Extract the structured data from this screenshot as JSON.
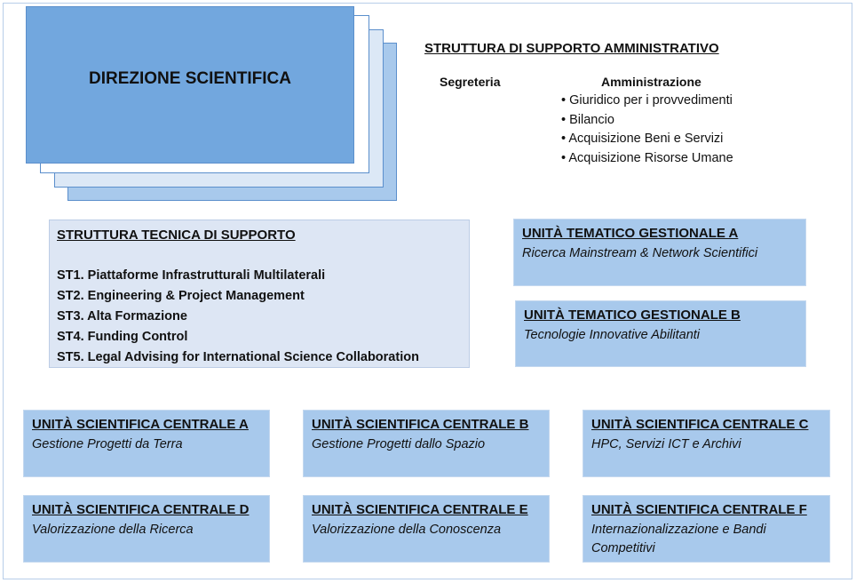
{
  "direzione": {
    "title": "DIREZIONE SCIENTIFICA"
  },
  "admin": {
    "title": "STRUTTURA DI SUPPORTO AMMINISTRATIVO",
    "segreteria": "Segreteria",
    "amministrazione": "Amministrazione",
    "items": [
      "Giuridico per i provvedimenti",
      "Bilancio",
      "Acquisizione Beni e Servizi",
      "Acquisizione Risorse Umane"
    ]
  },
  "tecnica": {
    "title": "STRUTTURA TECNICA DI SUPPORTO",
    "items": [
      "ST1. Piattaforme Infrastrutturali Multilaterali",
      "ST2. Engineering & Project Management",
      "ST3. Alta Formazione",
      "ST4. Funding Control",
      "ST5. Legal Advising for International Science Collaboration"
    ]
  },
  "tematico": [
    {
      "title": "UNITÀ TEMATICO GESTIONALE A",
      "sub": "Ricerca Mainstream & Network Scientifici"
    },
    {
      "title": "UNITÀ TEMATICO GESTIONALE B",
      "sub": "Tecnologie Innovative Abilitanti"
    }
  ],
  "centrali": [
    {
      "title": "UNITÀ SCIENTIFICA CENTRALE A",
      "sub": "Gestione Progetti da Terra"
    },
    {
      "title": "UNITÀ SCIENTIFICA CENTRALE B",
      "sub": "Gestione Progetti dallo Spazio"
    },
    {
      "title": "UNITÀ SCIENTIFICA CENTRALE C",
      "sub": "HPC, Servizi ICT e Archivi"
    },
    {
      "title": "UNITÀ SCIENTIFICA CENTRALE D",
      "sub": "Valorizzazione della Ricerca"
    },
    {
      "title": "UNITÀ SCIENTIFICA CENTRALE E",
      "sub": "Valorizzazione della Conoscenza"
    },
    {
      "title": "UNITÀ SCIENTIFICA CENTRALE F",
      "sub": "Internazionalizzazione e Bandi Competitivi"
    }
  ]
}
